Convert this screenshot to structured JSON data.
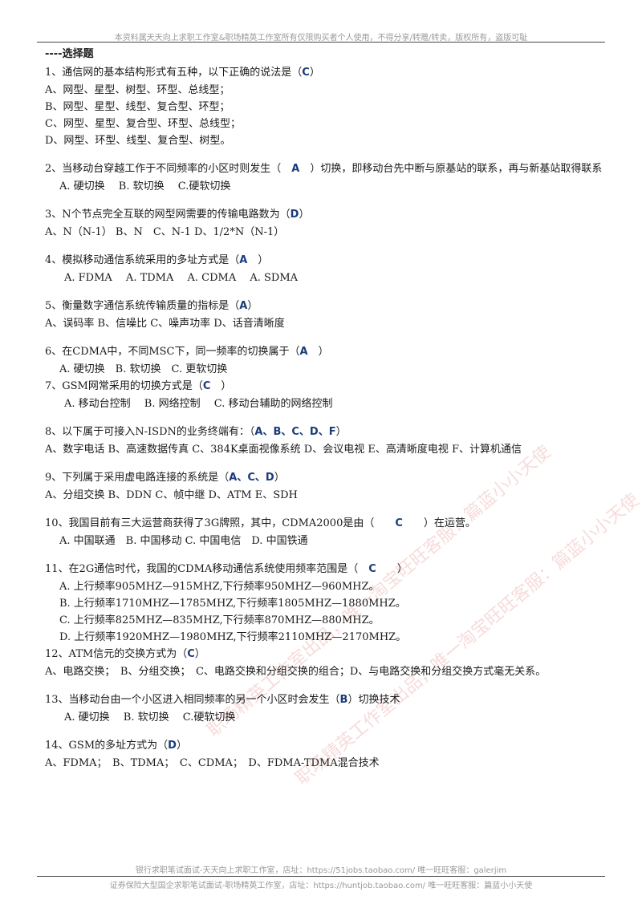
{
  "header": {
    "text": "本资料属天天向上求职工作室&职场精英工作室所有仅限购买者个人使用，不得分享/转赠/转卖，版权所有，盗版可耻"
  },
  "footer": {
    "line1": "银行求职笔试面试-天天向上求职工作室，店址：https://51jobs.taobao.com/ 唯一旺旺客服：galerjim",
    "line2": "证券保险大型国企求职笔试面试-职场精英工作室，店址：https://huntjob.taobao.com/ 唯一旺旺客服：篇蓝小小天使"
  },
  "watermark": {
    "text": "职场精英工作室出品，唯一淘宝旺旺客服：篇蓝小小天使"
  },
  "section_title": "----选择题",
  "questions": [
    {
      "stem": "1、通信网的基本结构形式有五种，以下正确的说法是（",
      "answer": "C",
      "stem_end": "）",
      "options": [
        "A、网型、星型、树型、环型、总线型；",
        "B、网型、星型、线型、复合型、环型；",
        "C、网型、星型、复合型、环型、总线型；",
        "D、网型、环型、线型、复合型、树型。"
      ]
    },
    {
      "stem": "2、当移动台穿越工作于不同频率的小区时则发生（　",
      "answer": "A",
      "stem_end": "　）切换，即移动台先中断与原基站的联系，再与新基站取得联系",
      "options": [
        "A. 硬切换　 B. 软切换　 C.硬软切换"
      ]
    },
    {
      "stem": "3、N个节点完全互联的网型网需要的传输电路数为（",
      "answer": "D",
      "stem_end": "）",
      "options": [
        "A、N（N-1） B、N　C、N-1 D、1/2*N（N-1）"
      ]
    },
    {
      "stem": "4、模拟移动通信系统采用的多址方式是（",
      "answer": "A",
      "stem_end": "　）",
      "options": [
        "A. FDMA　 A. TDMA　 A. CDMA　 A. SDMA"
      ]
    },
    {
      "stem": "5、衡量数字通信系统传输质量的指标是（",
      "answer": "A",
      "stem_end": "）",
      "options": [
        "A、误码率 B、信噪比 C、噪声功率 D、话音清晰度"
      ]
    },
    {
      "stem": "6、在CDMA中，不同MSC下，同一频率的切换属于（",
      "answer": "A",
      "stem_end": "　）",
      "options": [
        "A. 硬切换　B. 软切换　C. 更软切换"
      ]
    },
    {
      "stem": "7、GSM网常采用的切换方式是（",
      "answer": "C",
      "stem_end": "　）",
      "options": [
        "A. 移动台控制　 B. 网络控制　 C. 移动台辅助的网络控制"
      ]
    },
    {
      "stem": "8、以下属于可接入N-ISDN的业务终端有：（",
      "answer": "A、B、C、D、F",
      "stem_end": "）",
      "options": [
        "A、数字电话 B、高速数据传真 C、384K桌面视像系统 D、会议电视 E、高清晰度电视 F、计算机通信"
      ]
    },
    {
      "stem": "9、下列属于采用虚电路连接的系统是（",
      "answer": "A、C、D",
      "stem_end": "）",
      "options": [
        "A、分组交换 B、DDN C、帧中继 D、ATM E、SDH"
      ]
    },
    {
      "stem": "10、我国目前有三大运营商获得了3G牌照，其中，CDMA2000是由（　　",
      "answer": "C",
      "stem_end": "　　）在运营。",
      "options": [
        "A. 中国联通　B. 中国移动 C. 中国电信　D. 中国铁通"
      ]
    },
    {
      "stem": "11、在2G通信时代，我国的CDMA移动通信系统使用频率范围是（　",
      "answer": "C",
      "stem_end": "　　）",
      "options": [
        "A. 上行频率905MHZ—915MHZ,下行频率950MHZ—960MHZ。",
        "B. 上行频率1710MHZ—1785MHZ,下行频率1805MHZ—1880MHZ。",
        "C. 上行频率825MHZ—835MHZ,下行频率870MHZ—880MHZ。",
        "D. 上行频率1920MHZ—1980MHZ,下行频率2110MHZ—2170MHZ。"
      ]
    },
    {
      "stem": "12、ATM信元的交换方式为（",
      "answer": "C",
      "stem_end": "）",
      "options": [
        "A、电路交换；　B、分组交换；　C、电路交换和分组交换的组合；D、与电路交换和分组交换方式毫无关系。"
      ]
    },
    {
      "stem": "13、当移动台由一个小区进入相同频率的另一个小区时会发生（",
      "answer": "B",
      "stem_end": "）切换技术",
      "options": [
        "A. 硬切换　 B. 软切换　 C.硬软切换"
      ]
    },
    {
      "stem": "14、GSM的多址方式为（",
      "answer": "D",
      "stem_end": "）",
      "options": [
        "A、FDMA；　B、TDMA；　C、CDMA；　D、FDMA-TDMA混合技术"
      ]
    }
  ]
}
